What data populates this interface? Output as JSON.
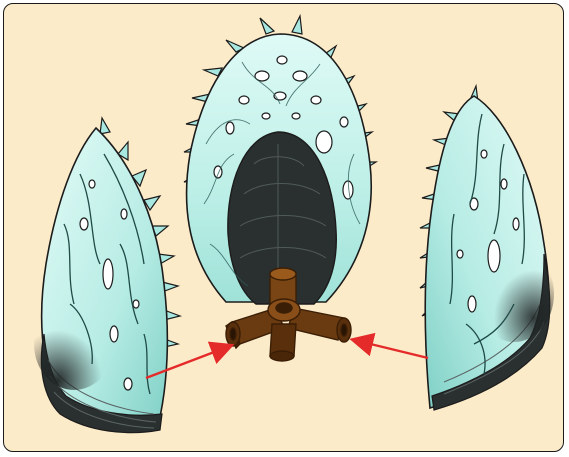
{
  "diagram": {
    "background": "#fcebc9",
    "colors": {
      "shell_fill": "#c9f4ee",
      "shell_light": "#e6fcf8",
      "shell_shadow": "#2a2f2f",
      "outline": "#1c1c1c",
      "connector": "#6a3a10",
      "connector_dark": "#3a1e06",
      "arrow": "#e52a2a"
    },
    "parts": [
      {
        "name": "center-shell-piece"
      },
      {
        "name": "left-shell-piece"
      },
      {
        "name": "right-shell-piece"
      },
      {
        "name": "three-way-connector"
      }
    ],
    "arrows": [
      {
        "from": "left-shell-piece",
        "to": "three-way-connector"
      },
      {
        "from": "right-shell-piece",
        "to": "three-way-connector"
      }
    ]
  }
}
